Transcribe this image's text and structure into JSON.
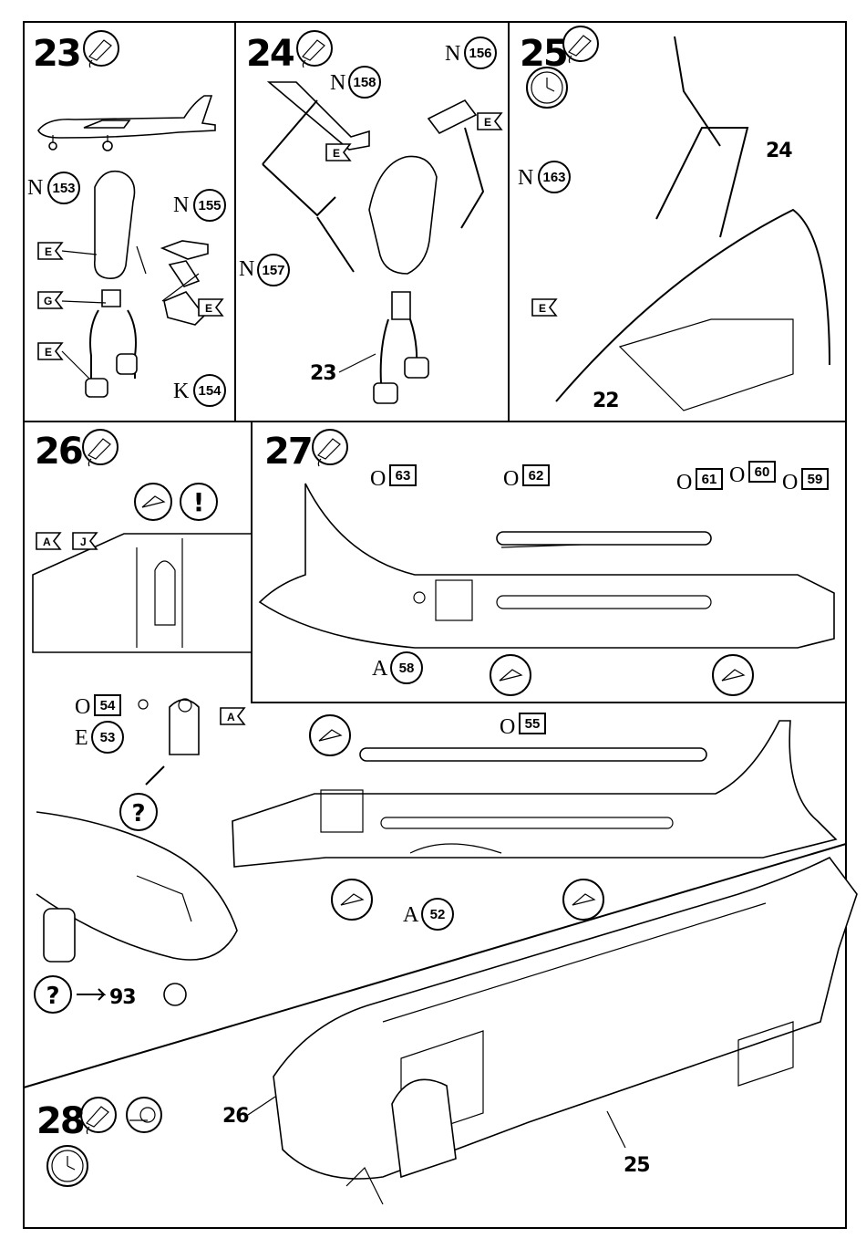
{
  "steps": [
    {
      "number": "23"
    },
    {
      "number": "24"
    },
    {
      "number": "25"
    },
    {
      "number": "26"
    },
    {
      "number": "27"
    },
    {
      "number": "28"
    }
  ],
  "flags": {
    "E": "E",
    "G": "G",
    "A": "A",
    "J": "J"
  },
  "callouts": {
    "n153": {
      "letter": "N",
      "num": "153"
    },
    "n155": {
      "letter": "N",
      "num": "155"
    },
    "k154": {
      "letter": "K",
      "num": "154"
    },
    "n158": {
      "letter": "N",
      "num": "158"
    },
    "n156": {
      "letter": "N",
      "num": "156"
    },
    "n157": {
      "letter": "N",
      "num": "157"
    },
    "n163": {
      "letter": "N",
      "num": "163"
    },
    "o63": {
      "letter": "O",
      "num": "63"
    },
    "o62": {
      "letter": "O",
      "num": "62"
    },
    "o61": {
      "letter": "O",
      "num": "61"
    },
    "o60": {
      "letter": "O",
      "num": "60"
    },
    "o59": {
      "letter": "O",
      "num": "59"
    },
    "a58": {
      "letter": "A",
      "num": "58"
    },
    "o54": {
      "letter": "O",
      "num": "54"
    },
    "e53": {
      "letter": "E",
      "num": "53"
    },
    "o55": {
      "letter": "O",
      "num": "55"
    },
    "a52": {
      "letter": "A",
      "num": "52"
    }
  },
  "refs": {
    "r23": "23",
    "r24": "24",
    "r22": "22",
    "r26": "26",
    "r25": "25",
    "r93": "93"
  },
  "symbols": {
    "question": "?",
    "exclamation": "!"
  }
}
